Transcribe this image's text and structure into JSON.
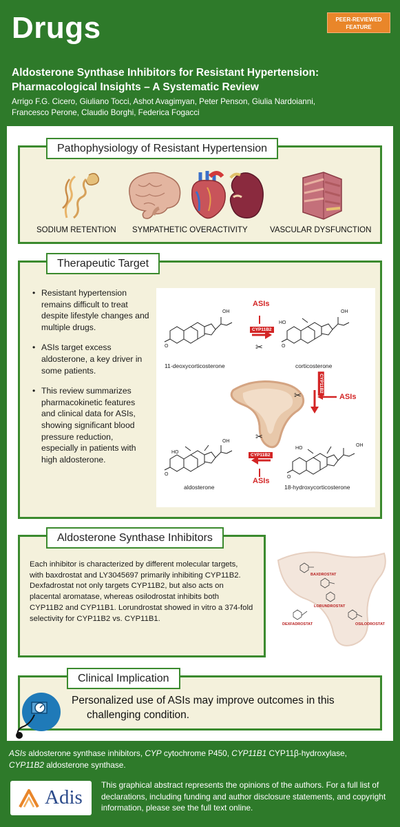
{
  "header": {
    "journal": "Drugs",
    "badge_line1": "PEER-REVIEWED",
    "badge_line2": "FEATURE",
    "title_line1": "Aldosterone Synthase Inhibitors for Resistant Hypertension:",
    "title_line2": "Pharmacological Insights – A Systematic Review",
    "authors_line1": "Arrigo F.G. Cicero, Giuliano Tocci, Ashot Avagimyan, Peter Penson, Giulia Nardoianni,",
    "authors_line2": "Francesco Perone, Claudio Borghi, Federica Fogacci"
  },
  "pathophysiology": {
    "title": "Pathophysiology of Resistant Hypertension",
    "labels": [
      "SODIUM RETENTION",
      "SYMPATHETIC OVERACTIVITY",
      "VASCULAR DYSFUNCTION"
    ],
    "icons": [
      "kidney-nephron-icon",
      "brain-icon",
      "heart-icon",
      "kidney-icon",
      "blood-vessel-icon"
    ]
  },
  "therapeutic": {
    "title": "Therapeutic Target",
    "bullets": [
      "Resistant hypertension remains difficult to treat despite lifestyle changes and multiple drugs.",
      "ASIs target excess aldosterone, a key driver in some patients.",
      "This review summarizes pharmacokinetic features and clinical data for ASIs, showing significant blood pressure reduction, especially in patients with high aldosterone."
    ],
    "diagram": {
      "molecules": [
        "11-deoxycorticosterone",
        "corticosterone",
        "aldosterone",
        "18-hydroxycorticosterone"
      ],
      "asi_label": "ASIs",
      "enzyme": "CYP11B2"
    }
  },
  "asi_section": {
    "title": "Aldosterone Synthase Inhibitors",
    "text": "Each inhibitor is characterized by different molecular targets, with baxdrostat and LY3045697 primarily inhibiting CYP11B2. Dexfadrostat not only targets CYP11B2, but also acts on placental aromatase, whereas osilodrostat inhibits both CYP11B2 and CYP11B1. Lorundrostat showed in vitro a 374-fold selectivity for CYP11B2 vs. CYP11B1.",
    "drugs": [
      "BAXDROSTAT",
      "LORUNDROSTAT",
      "DEXFADROSTAT",
      "OSILODROSTAT"
    ]
  },
  "clinical": {
    "title": "Clinical Implication",
    "line1": "Personalized use of ASIs may improve outcomes in this",
    "line2": "challenging condition."
  },
  "footer": {
    "abbrev_t1": "ASIs",
    "abbrev_t2": " aldosterone synthase inhibitors, ",
    "abbrev_t3": "CYP",
    "abbrev_t4": " cytochrome P450, ",
    "abbrev_t5": "CYP11B1",
    "abbrev_t6": " CYP11β-hydroxylase,",
    "abbrev_t7": "CYP11B2",
    "abbrev_t8": " aldosterone synthase.",
    "publisher": "Adis",
    "disclaimer": "This graphical abstract represents the opinions of the authors. For a full list of declarations, including funding and author disclosure statements, and copyright information, please see the full text online."
  },
  "colors": {
    "brand_green": "#2e7a2a",
    "section_border": "#3b8a2e",
    "section_bg": "#f4f1dc",
    "badge_orange": "#e9862a",
    "asi_red": "#d32525",
    "adis_blue": "#2b4a8a"
  }
}
